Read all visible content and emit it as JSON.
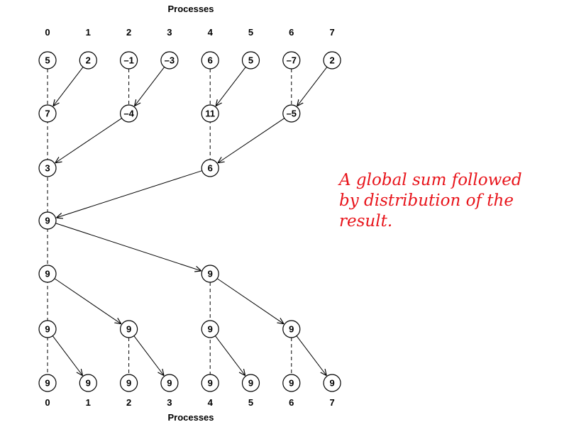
{
  "header_top": "Processes",
  "header_bottom": "Processes",
  "process_indices": [
    "0",
    "1",
    "2",
    "3",
    "4",
    "5",
    "6",
    "7"
  ],
  "levels": [
    [
      "5",
      "2",
      "–1",
      "–3",
      "6",
      "5",
      "–7",
      "2"
    ],
    [
      "7",
      null,
      "–4",
      null,
      "11",
      null,
      "–5",
      null
    ],
    [
      "3",
      null,
      null,
      null,
      "6",
      null,
      null,
      null
    ],
    [
      "9",
      null,
      null,
      null,
      null,
      null,
      null,
      null
    ],
    [
      "9",
      null,
      null,
      null,
      "9",
      null,
      null,
      null
    ],
    [
      "9",
      null,
      "9",
      null,
      "9",
      null,
      "9",
      null
    ],
    [
      "9",
      "9",
      "9",
      "9",
      "9",
      "9",
      "9",
      "9"
    ]
  ],
  "arrows": [
    {
      "from": [
        0,
        1
      ],
      "to": [
        1,
        0
      ]
    },
    {
      "from": [
        0,
        3
      ],
      "to": [
        1,
        2
      ]
    },
    {
      "from": [
        0,
        5
      ],
      "to": [
        1,
        4
      ]
    },
    {
      "from": [
        0,
        7
      ],
      "to": [
        1,
        6
      ]
    },
    {
      "from": [
        1,
        2
      ],
      "to": [
        2,
        0
      ]
    },
    {
      "from": [
        1,
        6
      ],
      "to": [
        2,
        4
      ]
    },
    {
      "from": [
        2,
        4
      ],
      "to": [
        3,
        0
      ]
    },
    {
      "from": [
        3,
        0
      ],
      "to": [
        4,
        4
      ]
    },
    {
      "from": [
        4,
        0
      ],
      "to": [
        5,
        2
      ]
    },
    {
      "from": [
        4,
        4
      ],
      "to": [
        5,
        6
      ]
    },
    {
      "from": [
        5,
        0
      ],
      "to": [
        6,
        1
      ]
    },
    {
      "from": [
        5,
        2
      ],
      "to": [
        6,
        3
      ]
    },
    {
      "from": [
        5,
        4
      ],
      "to": [
        6,
        5
      ]
    },
    {
      "from": [
        5,
        6
      ],
      "to": [
        6,
        7
      ]
    }
  ],
  "dashes": [
    {
      "col": 0,
      "from": 0,
      "to": 6
    },
    {
      "col": 2,
      "from": 0,
      "to": 1
    },
    {
      "col": 2,
      "from": 5,
      "to": 6
    },
    {
      "col": 4,
      "from": 0,
      "to": 2
    },
    {
      "col": 4,
      "from": 4,
      "to": 6
    },
    {
      "col": 6,
      "from": 0,
      "to": 1
    },
    {
      "col": 6,
      "from": 5,
      "to": 6
    }
  ],
  "caption": {
    "line1": "A global sum followed",
    "line2": "by distribution of the",
    "line3": "result."
  }
}
